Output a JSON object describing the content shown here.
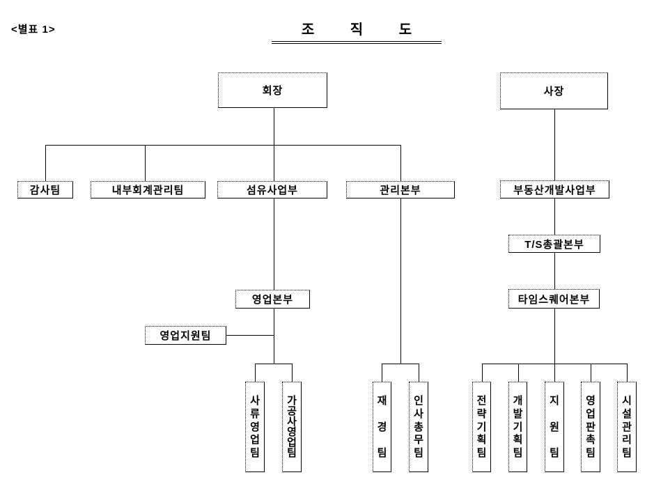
{
  "header": {
    "annotation": "<별표 1>",
    "title": "조 직 도"
  },
  "labels": {
    "chairman": "회장",
    "president": "사장",
    "audit_team": "감사팀",
    "internal_accounting_team": "내부회계관리팀",
    "textile_division": "섬유사업부",
    "management_hq": "관리본부",
    "realestate_division": "부동산개발사업부",
    "ts_general_hq": "T/S총괄본부",
    "timessquare_hq": "타임스퀘어본부",
    "sales_hq": "영업본부",
    "sales_support_team": "영업지원팀",
    "yarn_sales_team": "사류영업팀",
    "processed_yarn_sales_team": "가공사영업팀",
    "finance_team": "재경팀",
    "hr_general_affairs_team": "인사총무팀",
    "strategic_planning_team": "전략기획팀",
    "development_planning_team": "개발기획팀",
    "support_team": "지원팀",
    "sales_promotion_team": "영업판촉팀",
    "facility_management_team": "시설관리팀"
  },
  "hierarchy": {
    "회장": [
      "감사팀",
      "내부회계관리팀",
      "섬유사업부",
      "관리본부"
    ],
    "섬유사업부": [
      "영업본부"
    ],
    "영업본부": [
      "영업지원팀",
      "사류영업팀",
      "가공사영업팀"
    ],
    "관리본부": [
      "재경팀",
      "인사총무팀"
    ],
    "사장": [
      "부동산개발사업부"
    ],
    "부동산개발사업부": [
      "T/S총괄본부"
    ],
    "T/S총괄본부": [
      "타임스퀘어본부"
    ],
    "타임스퀘어본부": [
      "전략기획팀",
      "개발기획팀",
      "지원팀",
      "영업판촉팀",
      "시설관리팀"
    ]
  },
  "colors": {
    "background": "#ffffff",
    "line": "#000000",
    "text": "#000000"
  }
}
